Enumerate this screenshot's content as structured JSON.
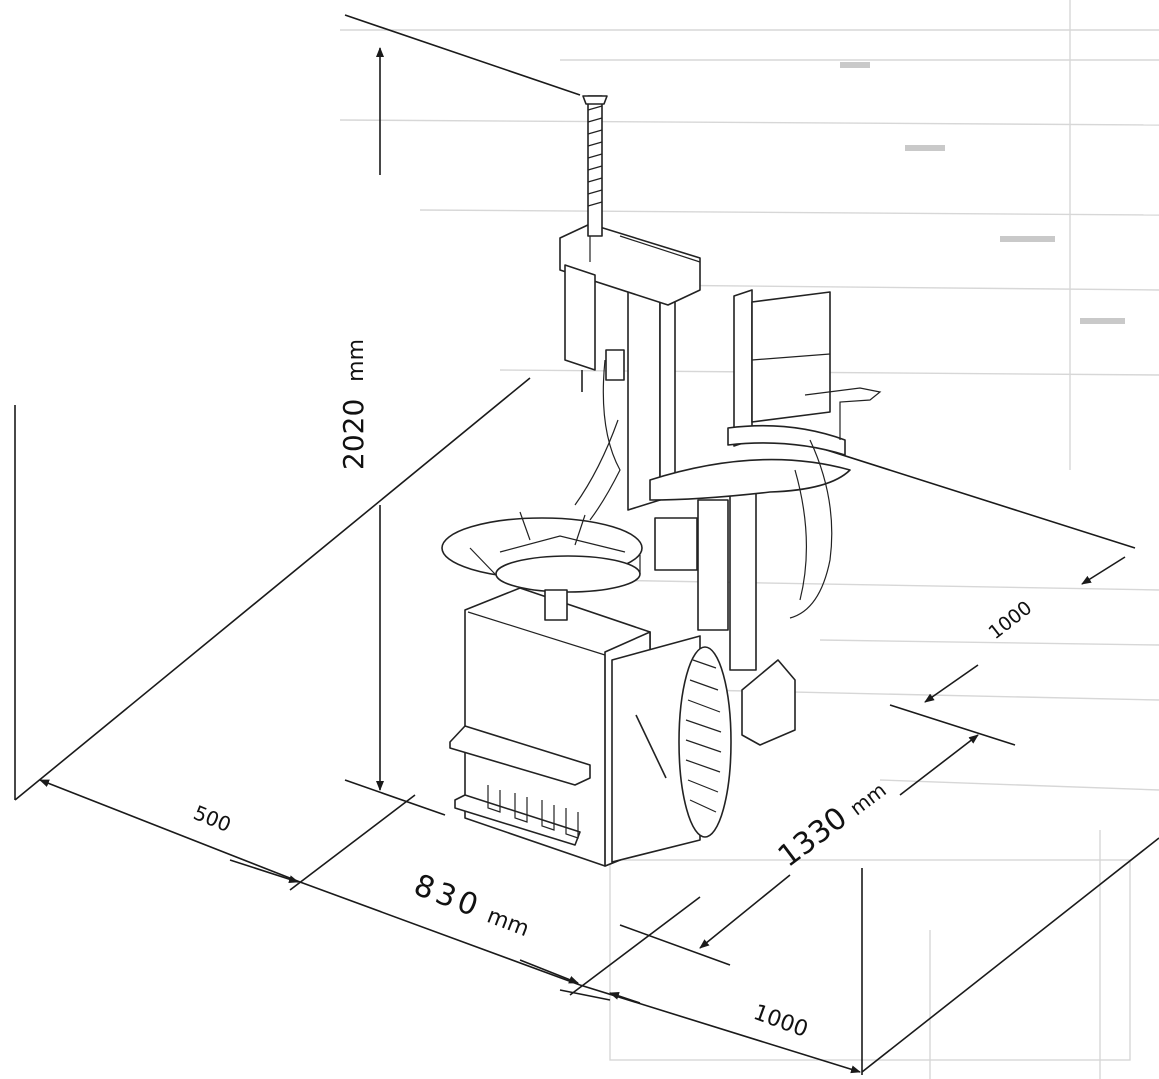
{
  "diagram": {
    "units_label": "mm",
    "dimensions": {
      "height": {
        "value": "2020",
        "unit": "mm"
      },
      "rear_clearance": "500",
      "machine_width": {
        "value": "830",
        "unit": "mm"
      },
      "machine_depth": {
        "value": "1330",
        "unit": "mm"
      },
      "side_clearance_front": "1000",
      "side_clearance_right": "1000"
    }
  }
}
